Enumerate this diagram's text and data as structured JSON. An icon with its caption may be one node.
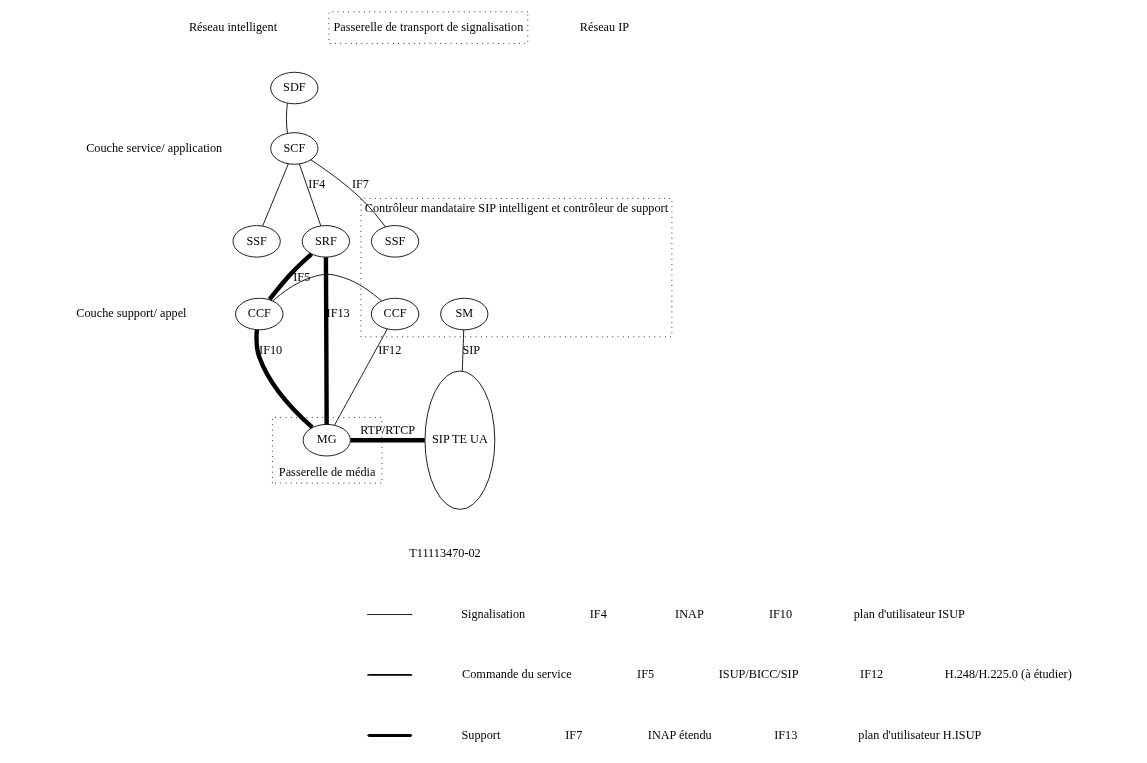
{
  "diagram": {
    "nodes": [
      {
        "text": [
          "Passerelle de transport de signalisation"
        ]
      },
      {
        "text": [
          "SDF"
        ]
      },
      {
        "text": [
          "SCF"
        ]
      },
      {
        "text": [
          "SSF"
        ]
      },
      {
        "text": [
          "CCF"
        ]
      },
      {
        "text": [
          "SRF"
        ]
      },
      {
        "text": [
          "Contrôleur mandataire SIP intelligent et contrôleur de support"
        ]
      },
      {
        "text": [
          "SSF"
        ],
        "in": 6
      },
      {
        "text": [
          "SM"
        ],
        "in": 6
      },
      {
        "text": [
          "CCF"
        ],
        "in": 6
      },
      {
        "text": [
          "SIP TE UA"
        ]
      },
      {
        "text": [
          "Passerelle de média"
        ]
      },
      {
        "text": [
          "MG"
        ],
        "in": 11
      }
    ],
    "edges": [
      {
        "from": 1,
        "to": 2,
        "arrow": "none"
      },
      {
        "from": 2,
        "to": 3,
        "arrow": "none"
      },
      {
        "from": 2,
        "to": 5,
        "arrow": "none",
        "label": "IF4"
      },
      {
        "from": 2,
        "to": 7,
        "arrow": "none",
        "label": "IF7"
      },
      {
        "from": 4,
        "to": 5,
        "arrow": "none",
        "label": "IF5",
        "style": "thick"
      },
      {
        "from": 5,
        "to": 12,
        "arrow": "none",
        "label": "IF13",
        "style": "thick"
      },
      {
        "from": 4,
        "to": 9,
        "arrow": "none"
      },
      {
        "from": 8,
        "to": 10,
        "arrow": "none",
        "label": "SIP"
      },
      {
        "from": 4,
        "to": 12,
        "arrow": "none",
        "label": "IF10",
        "style": "thick"
      },
      {
        "from": 12,
        "to": 9,
        "arrow": "none",
        "label": "IF12"
      },
      {
        "from": 12,
        "to": 10,
        "arrow": "none",
        "label": "RTP/RTCP",
        "style": "thick"
      }
    ],
    "labels": [
      "Réseau intelligent",
      "Réseau IP",
      "Couche service/ application",
      "Couche support/ appel",
      "T11113470-02",
      "IF4",
      "INAP",
      "IF10",
      "plan d'utilisateur ISUP",
      "IF5",
      "ISUP/BICC/SIP",
      "IF12",
      "H.248/H.225.0 (à étudier)",
      "IF7",
      "INAP étendu",
      "IF13",
      "plan d'utilisateur H.ISUP"
    ],
    "legend": [
      {
        "text": "Signalisation"
      },
      {
        "text": "Commande du service"
      },
      {
        "text": "Support"
      }
    ]
  }
}
